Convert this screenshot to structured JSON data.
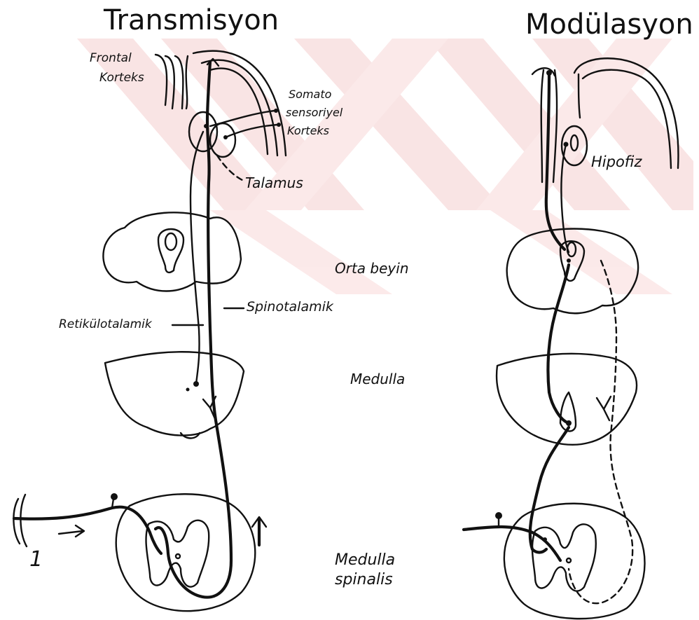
{
  "titles": {
    "left": "Transmisyon",
    "right": "Modülasyon"
  },
  "labels": {
    "frontal_1": "Frontal",
    "frontal_2": "Korteks",
    "somato_1": "Somato",
    "somato_2": "sensoriyel",
    "somato_3": "Korteks",
    "talamus": "Talamus",
    "spinotalamik": "Spinotalamik",
    "retikulotalamik": "Retikülotalamik",
    "orta_beyin": "Orta beyin",
    "medulla": "Medulla",
    "medulla_spinalis_1": "Medulla",
    "medulla_spinalis_2": "spinalis",
    "hipofiz": "Hipofiz",
    "number_one": "1"
  },
  "colors": {
    "ink": "#111111",
    "watermark": "#f7dada"
  }
}
